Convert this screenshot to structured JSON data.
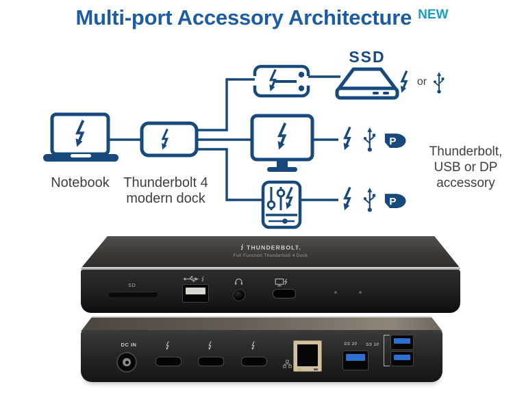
{
  "title": {
    "text": "Multi-port Accessory Architecture",
    "badge": "NEW"
  },
  "colors": {
    "title_blue": "#1B5CA3",
    "badge_cyan": "#189FC6",
    "diagram_navy": "#17497C",
    "label_gray": "#3E3E3E",
    "usb3_blue": "#2F6FD0",
    "ethernet_beige": "#D0C1A1"
  },
  "diagram": {
    "notebook_label": "Notebook",
    "dock_label_line1": "Thunderbolt 4",
    "dock_label_line2": "modern dock",
    "ssd_label": "SSD",
    "or_label": "or",
    "accessory_label_line1": "Thunderbolt,",
    "accessory_label_line2": "USB or DP",
    "accessory_label_line3": "accessory",
    "dp_letter": "P",
    "icons": {
      "thunderbolt": "lightning-bolt-arrow",
      "usb": "usb-trident",
      "displayport": "dp-logo",
      "notebook": "laptop-outline",
      "dock": "rounded-box",
      "storage": "dual-bay-drive",
      "monitor": "display-outline",
      "audio": "mixer-sliders"
    }
  },
  "front_dock": {
    "logo_title": "THUNDERBOLT.",
    "logo_subtitle": "Full Function Thunderbolt 4 Dock",
    "sd_label": "SD"
  },
  "back_dock": {
    "dc_in_label": "DC IN",
    "usb_speed_label": "SS 10"
  }
}
